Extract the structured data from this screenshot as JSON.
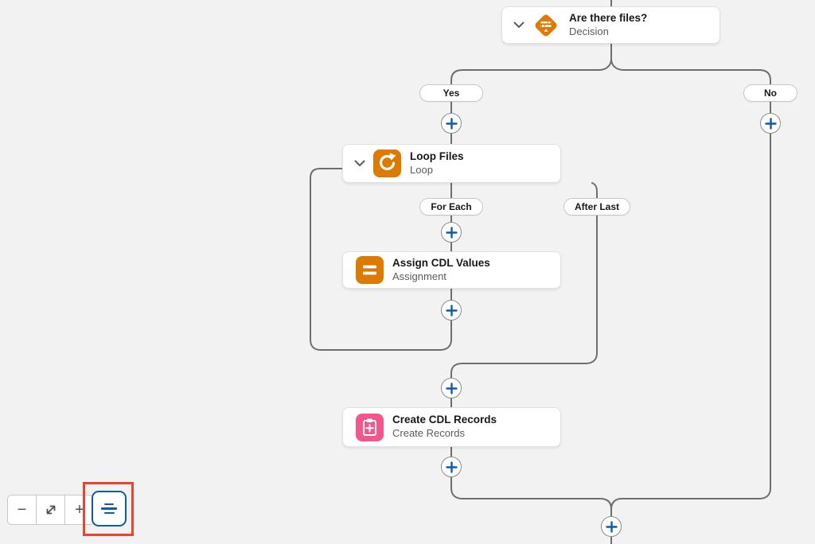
{
  "canvas": {
    "background_color": "#F3F2F2",
    "connector_color": "#6E6E6E"
  },
  "nodes": {
    "decision": {
      "title": "Are there files?",
      "subtitle": "Decision",
      "icon": "decision-diamond-icon",
      "icon_color": "#DD7A01",
      "has_expand_chevron": true
    },
    "loop": {
      "title": "Loop Files",
      "subtitle": "Loop",
      "icon": "loop-arrow-icon",
      "icon_color": "#DD7A01",
      "has_expand_chevron": true
    },
    "assignment": {
      "title": "Assign CDL Values",
      "subtitle": "Assignment",
      "icon": "equals-icon",
      "icon_color": "#DD7A01",
      "has_expand_chevron": false
    },
    "create_records": {
      "title": "Create CDL Records",
      "subtitle": "Create Records",
      "icon": "clipboard-plus-icon",
      "icon_color": "#F2568C",
      "has_expand_chevron": false
    }
  },
  "branch_labels": {
    "yes": "Yes",
    "no": "No",
    "for_each": "For Each",
    "after_last": "After Last"
  },
  "connector_add_button": {
    "icon": "add-plus-icon",
    "plus_color": "#0B5CAB"
  },
  "zoom_controls": {
    "zoom_out_label": "−",
    "zoom_in_label": "+",
    "fit_icon": "expand-diagonal-arrows-icon",
    "toggle_icon": "center-aligned-lines-icon",
    "toggle_selected": true,
    "toggle_border_color": "#0B5CAB",
    "annotation_highlight_color": "#E8442E"
  }
}
